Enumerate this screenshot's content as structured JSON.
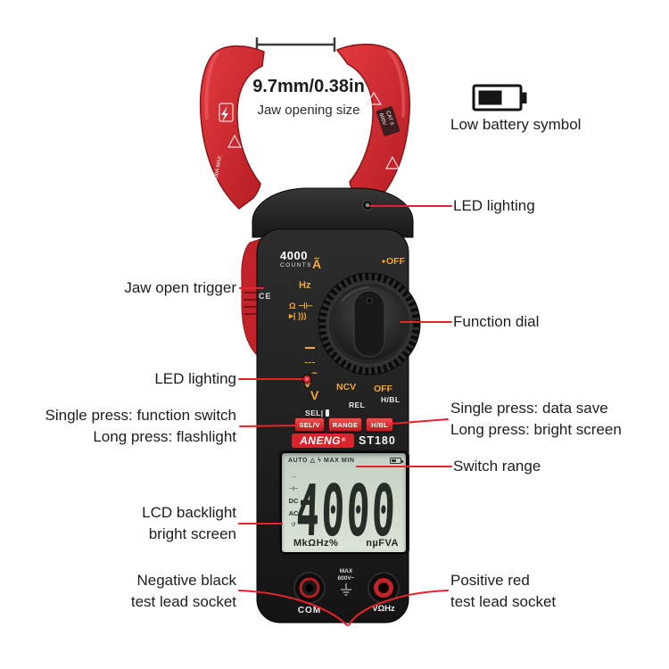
{
  "callouts": {
    "jaw_size_value": "9.7mm/0.38in",
    "jaw_size_caption": "Jaw opening size",
    "low_battery": "Low battery symbol",
    "led_top": "LED lighting",
    "jaw_trigger": "Jaw open trigger",
    "function_dial": "Function dial",
    "led_front": "LED lighting",
    "sel_line1": "Single press: function switch",
    "sel_line2": "Long press: flashlight",
    "save_line1": "Single press: data save",
    "save_line2": "Long press: bright screen",
    "switch_range": "Switch range",
    "lcd_line1": "LCD backlight",
    "lcd_line2": "bright screen",
    "neg_line1": "Negative black",
    "neg_line2": "test lead socket",
    "pos_line1": "Positive red",
    "pos_line2": "test lead socket"
  },
  "meter": {
    "counts_value": "4000",
    "counts_label": "COUNTS",
    "ce_mark": "CE",
    "jaw_left_amp": "400A MAX",
    "jaw_cat1": "CAT II",
    "jaw_cat2": "600V",
    "dial": {
      "ac_amps": "Ã",
      "off_top": "OFF",
      "hz": "Hz",
      "ohm_block": "Ω ⊣⊢\n▸| )))",
      "dc_volts": "V",
      "ac_volts": "V",
      "ac_tilde": "~",
      "ncv": "NCV",
      "off_bottom": "OFF",
      "hbl": "H/BL",
      "sel_row": "SEL|",
      "rel": "REL"
    },
    "buttons": {
      "sel": "SEL/V",
      "range": "RANGE",
      "hbl": "H/BL"
    },
    "brand": "ANENG",
    "brand_reg": "®",
    "model": "ST180",
    "lcd": {
      "status": "AUTO △ ϟ MAX MIN",
      "side": [
        "→",
        "⊣⊢",
        "DC",
        "AC",
        "↺"
      ],
      "minus": "-",
      "digits": "4000",
      "units_left": "MkΩHz%",
      "units_right": "nµFVA"
    },
    "sockets": {
      "max": "MAX",
      "voltage": "600V~",
      "com": "COM",
      "vohm": "VΩHz"
    }
  },
  "colors": {
    "accent_red": "#d6252b",
    "leader_red": "#e5232b",
    "body_black": "#1b1b1b",
    "lcd_green": "#ccd8ca",
    "dial_yellow": "#f2a63a"
  }
}
